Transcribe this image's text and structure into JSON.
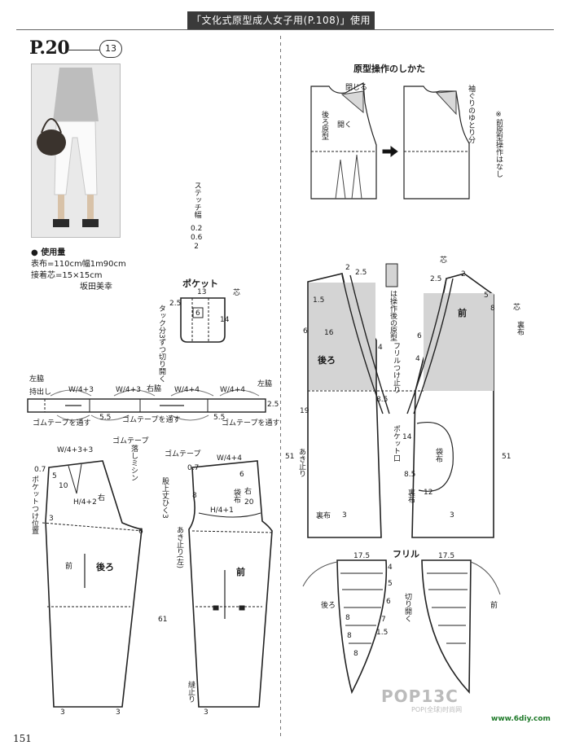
{
  "header": {
    "title": "「文化式原型成人女子用(P.108)」使用"
  },
  "page": {
    "label": "P.20",
    "number": "13",
    "folio": "151"
  },
  "materials": {
    "heading": "使用量",
    "fabric": "表布=110cm幅1m90cm",
    "interfacing": "接着芯=15×15cm",
    "author": "坂田美幸"
  },
  "stitch": {
    "label": "ステッチ幅",
    "values": [
      "0.2",
      "0.6",
      "2"
    ]
  },
  "pocket": {
    "title": "ポケット",
    "measure_top": "13",
    "measure_side": "14",
    "measure_inner": "6",
    "measure_small": "2.5",
    "tuck_note": "タック分3ずつ切り開く",
    "interfacing": "芯"
  },
  "waistband": {
    "left_side": "左脇",
    "left_side2": "左脇",
    "right_side": "右脇",
    "fold": "持出し",
    "w1": "W/4+3",
    "w2": "W/4+3",
    "w3": "W/4+4",
    "w4": "W/4+4",
    "gap1": "5.5",
    "gap2": "5.5",
    "width": "2.5",
    "elastic1": "ゴムテープを通す",
    "elastic2": "ゴムテープを通す",
    "elastic3": "ゴムテープを通す"
  },
  "pants_back": {
    "label": "後ろ",
    "front_side": "前",
    "right": "右",
    "waist": "W/4+3+3",
    "hip": "H/4+2",
    "elastic": "ゴムテープ",
    "stitch": "落しミシン",
    "pocket_pos": "ポケットつけ位置",
    "m_07": "0.7",
    "m_5": "5",
    "m_10": "10",
    "m_3a": "3",
    "m_6": "6",
    "m_3b": "3",
    "m_3c": "3"
  },
  "pants_front": {
    "label": "前",
    "waist": "W/4+4",
    "hip": "H/4+1",
    "elastic": "ゴムテープ",
    "crotch_note": "股上丈ひく3",
    "opening": "あき止り(左)",
    "pocket": "袋布",
    "right": "右",
    "seam": "縫止り",
    "m_07": "0.7",
    "m_6": "6",
    "m_8": "8",
    "m_20": "20",
    "m_61": "61",
    "m_3": "3"
  },
  "bodice_method": {
    "title": "原型操作のしかた",
    "close": "閉じる",
    "open": "開く",
    "back": "後ろ原型",
    "armhole": "袖ぐりのゆとり分",
    "note": "※前原型操作はなし"
  },
  "bodice_back": {
    "label": "後ろ",
    "frill": "フリルつけ止り",
    "opening": "あき止り",
    "lining": "裏布",
    "m_2": "2",
    "m_25": "2.5",
    "m_15": "1.5",
    "m_6": "6",
    "m_16": "16",
    "m_4": "4",
    "m_85": "8.5",
    "m_19": "19",
    "m_51": "51",
    "m_3": "3"
  },
  "bodice_front": {
    "label": "前",
    "lining": "裏布",
    "lining2": "裏布",
    "pocket": "袋布",
    "pocket_mouth": "ポケット口",
    "interfacing": "芯",
    "interfacing2": "芯",
    "m_25": "2.5",
    "m_2": "2",
    "m_5": "5",
    "m_8": "8",
    "m_6": "6",
    "m_4": "4",
    "m_14": "14",
    "m_85": "8.5",
    "m_12": "12",
    "m_51": "51",
    "m_3": "3"
  },
  "operated_note": "は操作後の原型",
  "frill": {
    "title": "フリル",
    "w_left": "17.5",
    "w_right": "17.5",
    "back": "後ろ",
    "front": "前",
    "cut_open": "切り開く",
    "levels": [
      "4",
      "5",
      "6",
      "7",
      "8",
      "8",
      "8"
    ],
    "inner": "1.5"
  },
  "watermark": {
    "main": "POP13C",
    "sub": "POP(全球)时尚网",
    "site": "www.6diy.com"
  }
}
